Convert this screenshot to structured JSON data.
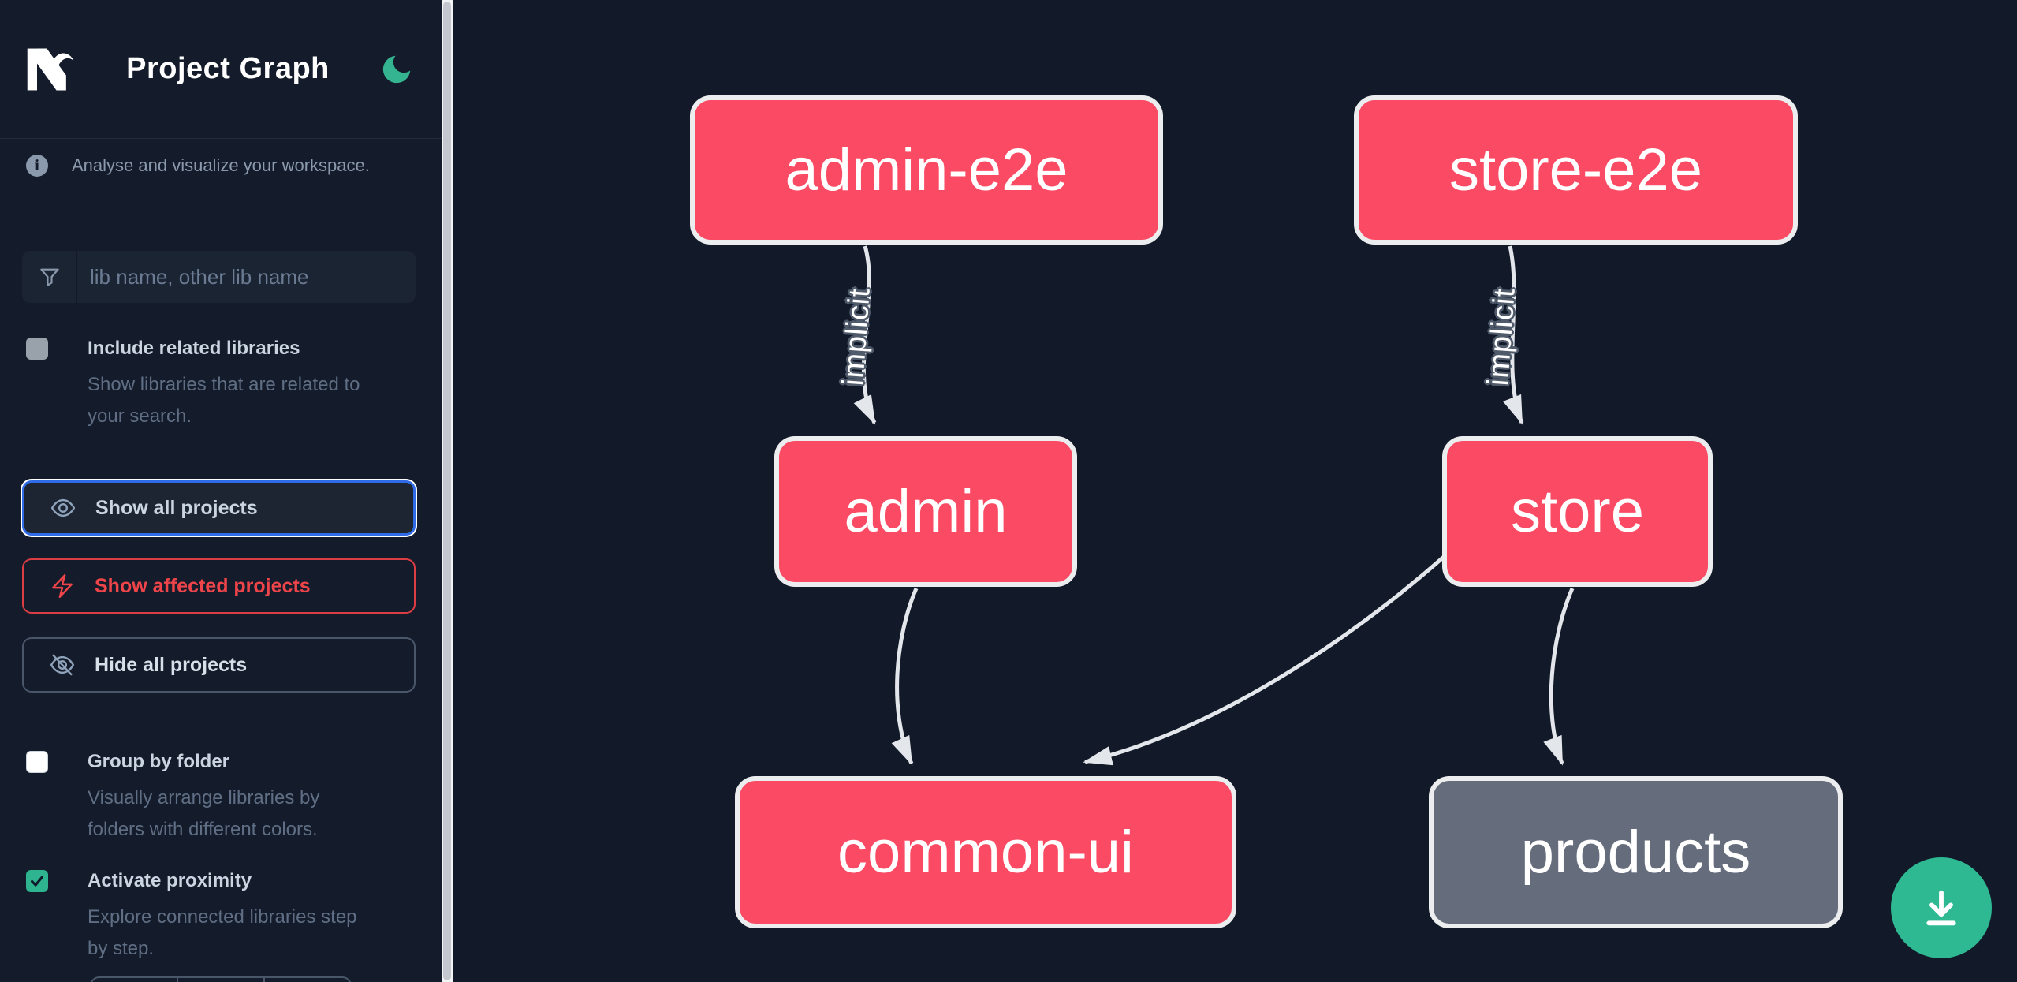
{
  "header": {
    "title": "Project Graph",
    "logo": "nx-logo",
    "theme_toggle": "moon-icon"
  },
  "sidebar": {
    "info_text": "Analyse and visualize your workspace.",
    "search": {
      "placeholder": "lib name, other lib name",
      "icon": "funnel-icon"
    },
    "toggles": [
      {
        "label": "Include related libraries",
        "checked": false,
        "desc_lines": [
          "Show libraries that are related to",
          "your search."
        ]
      },
      {
        "label": "Group by folder",
        "checked": false,
        "desc_lines": [
          "Visually arrange libraries by",
          "folders with different colors."
        ]
      },
      {
        "label": "Activate proximity",
        "checked": true,
        "desc_lines": [
          "Explore connected libraries step",
          "by step."
        ]
      }
    ],
    "actions": [
      {
        "label": "Show all projects",
        "icon": "eye-icon",
        "state": "focused"
      },
      {
        "label": "Show affected projects",
        "icon": "lightning-icon",
        "state": "affected"
      },
      {
        "label": "Hide all projects",
        "icon": "eye-off-icon",
        "state": "default"
      }
    ]
  },
  "graph": {
    "nodes": [
      {
        "id": "admin-e2e",
        "label": "admin-e2e",
        "color": "pink"
      },
      {
        "id": "store-e2e",
        "label": "store-e2e",
        "color": "pink"
      },
      {
        "id": "admin",
        "label": "admin",
        "color": "pink"
      },
      {
        "id": "store",
        "label": "store",
        "color": "pink"
      },
      {
        "id": "common-ui",
        "label": "common-ui",
        "color": "pink"
      },
      {
        "id": "products",
        "label": "products",
        "color": "gray"
      }
    ],
    "edges": [
      {
        "from": "admin-e2e",
        "to": "admin",
        "label": "implicit"
      },
      {
        "from": "store-e2e",
        "to": "store",
        "label": "implicit"
      },
      {
        "from": "admin",
        "to": "common-ui",
        "label": ""
      },
      {
        "from": "store",
        "to": "common-ui",
        "label": ""
      },
      {
        "from": "store",
        "to": "products",
        "label": ""
      }
    ]
  },
  "fab": {
    "icon": "download-icon"
  },
  "colors": {
    "background": "#121a29",
    "sidebar": "#141c2b",
    "node_pink": "#fb4a63",
    "node_gray": "#656d7d",
    "node_border": "#ebedef",
    "edge": "#e3e6ea",
    "accent_blue": "#2f6be6",
    "accent_red": "#ef4449",
    "accent_green": "#2eb48f",
    "fab_green": "#2eb993",
    "muted_text": "#5f6e84",
    "label_text": "#cbd5e1"
  }
}
